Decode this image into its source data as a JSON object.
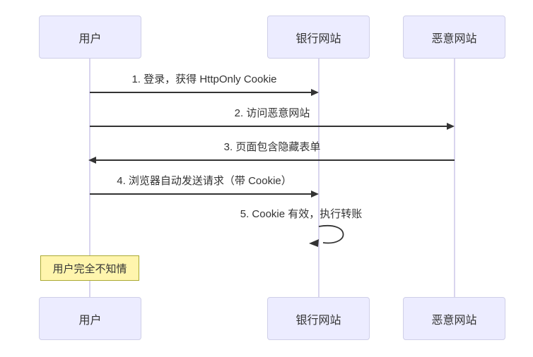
{
  "diagram": {
    "type": "sequence-diagram",
    "actors": [
      {
        "id": "user",
        "label": "用户"
      },
      {
        "id": "bank",
        "label": "银行网站"
      },
      {
        "id": "evil",
        "label": "恶意网站"
      }
    ],
    "messages": [
      {
        "label": "1. 登录，获得 HttpOnly Cookie",
        "from": "用户",
        "to": "银行网站",
        "direction": "right",
        "line": "solid"
      },
      {
        "label": "2. 访问恶意网站",
        "from": "用户",
        "to": "恶意网站",
        "direction": "right",
        "line": "solid"
      },
      {
        "label": "3. 页面包含隐藏表单",
        "from": "恶意网站",
        "to": "用户",
        "direction": "left",
        "line": "solid"
      },
      {
        "label": "4. 浏览器自动发送请求（带 Cookie）",
        "from": "用户",
        "to": "银行网站",
        "direction": "right",
        "line": "solid"
      },
      {
        "label": "5. Cookie 有效，执行转账",
        "from": "银行网站",
        "to": "银行网站",
        "direction": "self",
        "line": "solid"
      }
    ],
    "note": {
      "label": "用户完全不知情",
      "over": "用户"
    },
    "colors": {
      "actor_fill": "#ececff",
      "actor_border": "#cfcfe8",
      "lifeline": "#d9d5ee",
      "arrow": "#333333",
      "text": "#333333",
      "note_fill": "#fff5ad",
      "note_border": "#aaaa33",
      "background": "#ffffff"
    }
  }
}
